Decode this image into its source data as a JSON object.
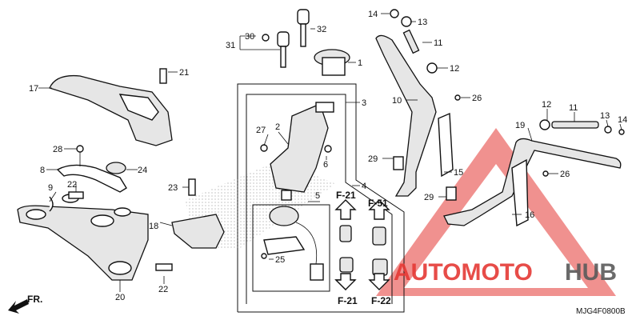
{
  "diagram": {
    "code": "MJG4F0800B",
    "front_label": "FR.",
    "watermark": {
      "text_red": "AUTOMOTO",
      "text_gray": "HUB",
      "color_red": "#e53935",
      "color_gray": "#5a5a5a"
    },
    "callouts": {
      "c1": "1",
      "c2": "2",
      "c3": "3",
      "c4": "4",
      "c5": "5",
      "c6": "6",
      "c8": "8",
      "c9": "9",
      "c10": "10",
      "c11a": "11",
      "c11b": "11",
      "c12a": "12",
      "c12b": "12",
      "c13a": "13",
      "c13b": "13",
      "c14a": "14",
      "c14b": "14",
      "c15": "15",
      "c16": "16",
      "c17": "17",
      "c18": "18",
      "c19": "19",
      "c20": "20",
      "c21": "21",
      "c22a": "22",
      "c22b": "22",
      "c23": "23",
      "c24": "24",
      "c25": "25",
      "c26a": "26",
      "c26b": "26",
      "c27": "27",
      "c28": "28",
      "c29a": "29",
      "c29b": "29",
      "c30": "30",
      "c31": "31",
      "c32": "32"
    },
    "refs": {
      "f21a": "F-21",
      "f51": "F-51",
      "f21b": "F-21",
      "f22": "F-22"
    }
  }
}
